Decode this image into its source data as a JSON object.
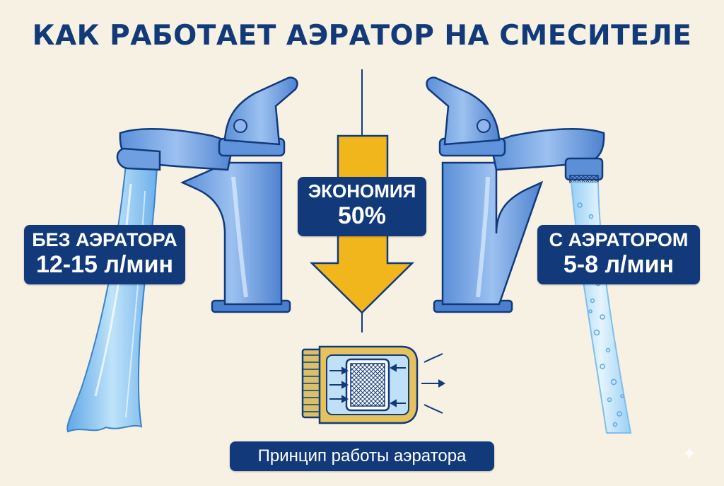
{
  "title": "КАК РАБОТАЕТ АЭРАТОР НА СМЕСИТЕЛЕ",
  "left_label": {
    "line1": "БЕЗ АЭРАТОРА",
    "line2": "12-15 л/мин"
  },
  "right_label": {
    "line1": "С АЭРАТОРОМ",
    "line2": "5-8 л/мин"
  },
  "center_label": {
    "line1": "ЭКОНОМИЯ",
    "line2": "50%"
  },
  "bottom_label": "Принцип работы аэратора",
  "colors": {
    "background": "#f6f1e3",
    "navy": "#123a7a",
    "faucet": "#6f9fe0",
    "arrow": "#f2b61d",
    "water": "#8ac6f0"
  }
}
